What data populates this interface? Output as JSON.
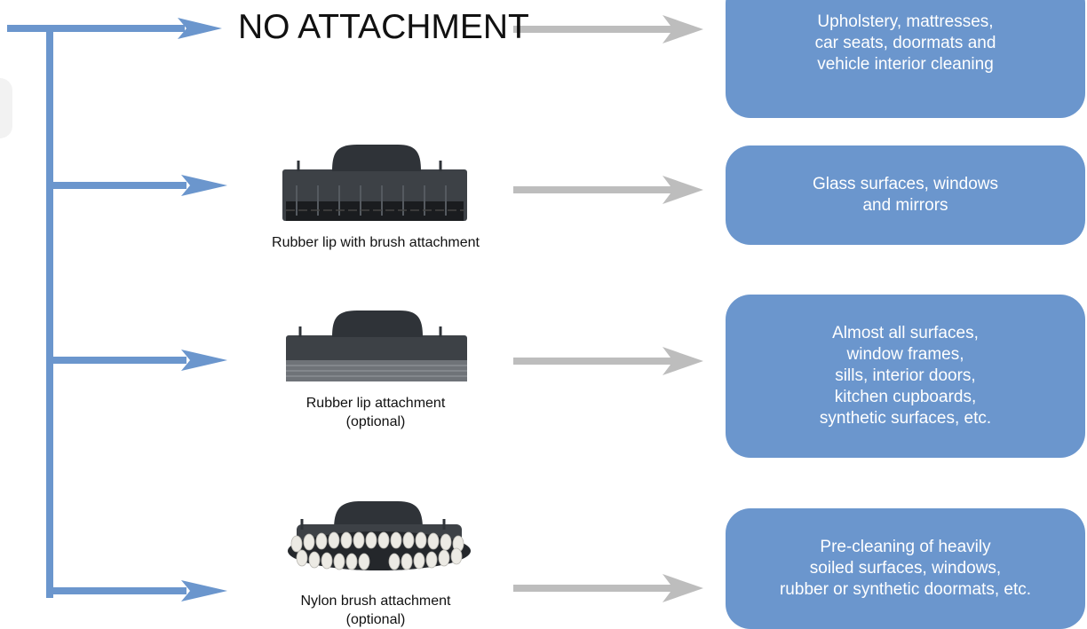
{
  "heading": "NO ATTACHMENT",
  "attachments": [
    {
      "caption_lines": [
        "Rubber lip with brush attachment"
      ],
      "icon": "rubber-lip-brush-attachment-icon"
    },
    {
      "caption_lines": [
        "Rubber lip attachment",
        "(optional)"
      ],
      "icon": "rubber-lip-attachment-icon"
    },
    {
      "caption_lines": [
        "Nylon brush attachment",
        "(optional)"
      ],
      "icon": "nylon-brush-attachment-icon"
    }
  ],
  "uses": [
    {
      "lines": [
        "Upholstery, mattresses,",
        "car seats, doormats and",
        "vehicle interior cleaning"
      ]
    },
    {
      "lines": [
        "Glass surfaces, windows",
        "and mirrors"
      ]
    },
    {
      "lines": [
        "Almost all surfaces,",
        "window frames,",
        "sills, interior doors,",
        "kitchen cupboards,",
        "synthetic surfaces, etc."
      ]
    },
    {
      "lines": [
        "Pre-cleaning of heavily",
        "soiled surfaces, windows,",
        "rubber or synthetic doormats, etc."
      ]
    }
  ],
  "colors": {
    "branch": "#6b96cd",
    "connector": "#bdbdbd",
    "box": "#6b96cd",
    "box_text": "#ffffff"
  }
}
